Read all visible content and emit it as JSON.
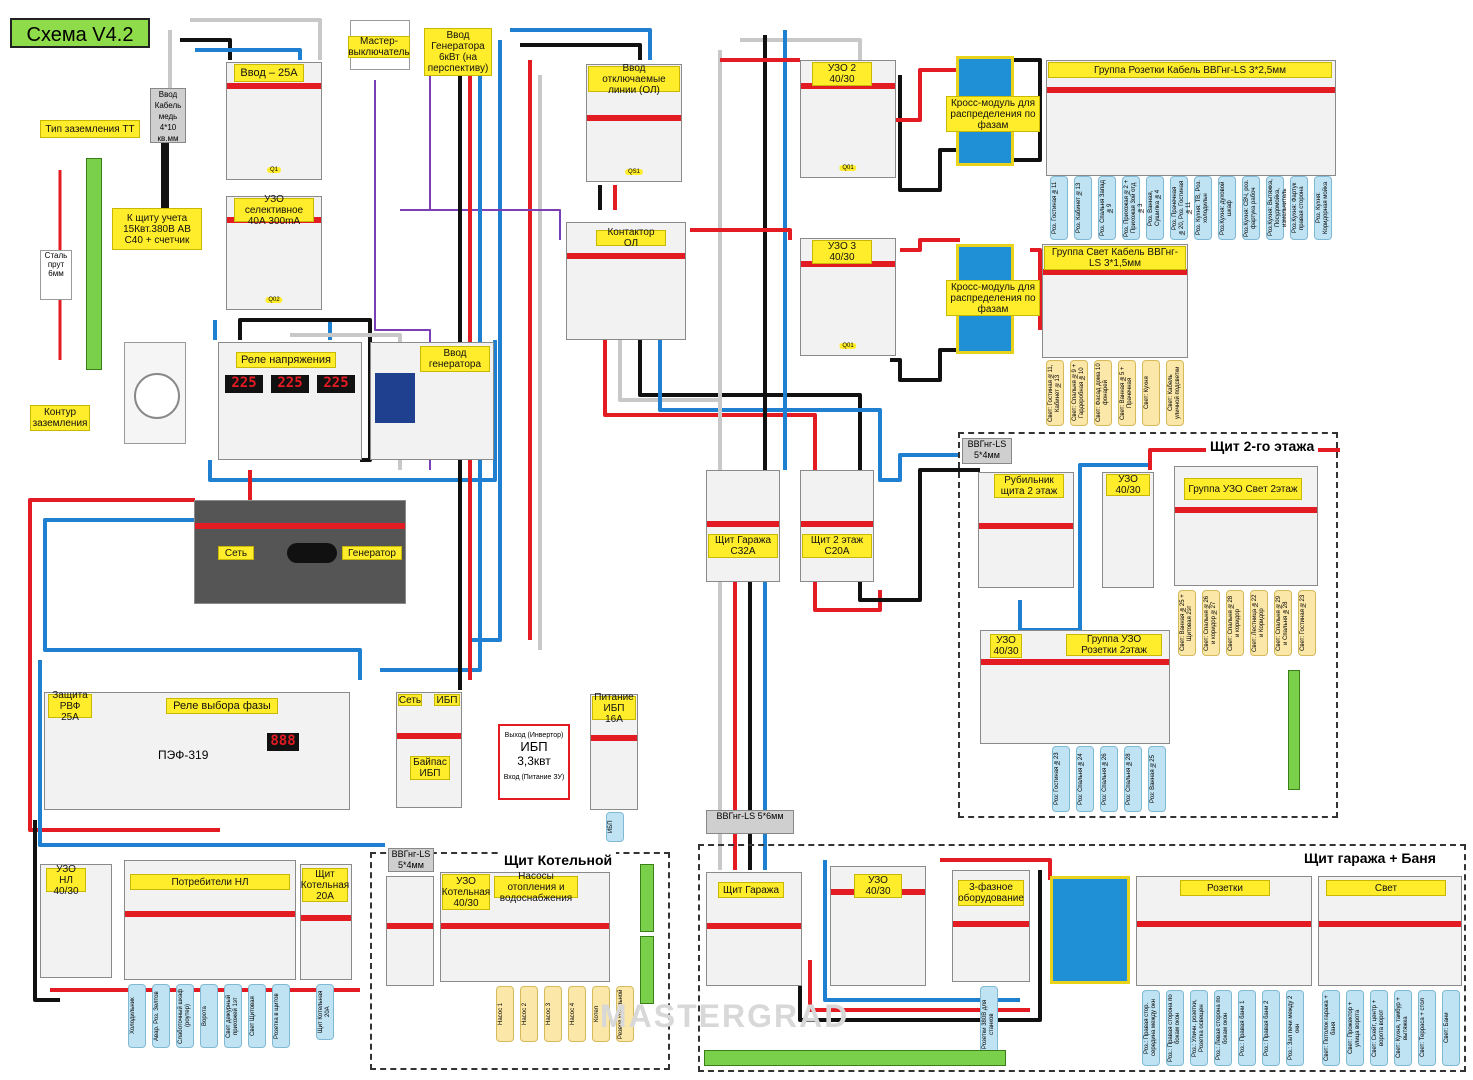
{
  "title": "Схема V4.2",
  "labels": {
    "vvod25": "Ввод – 25А",
    "vvod_cable": "Ввод Кабель медь 4*10 кв.мм",
    "grounding_type": "Тип заземления ТТ",
    "to_meter": "К щиту учета 15Квт.380В АВ С40 + счетчик",
    "steel": "Сталь прут 6мм",
    "ground_loop": "Контур заземления",
    "uzo_sel": "УЗО селективное 40А 300mA",
    "master_switch": "Мастер-выключатель",
    "gen_input": "Ввод Генератора 6кВт (на перспективу)",
    "ol_input": "Ввод отключаемые линии (ОЛ)",
    "contactor": "Контактор ОЛ",
    "relay_voltage": "Реле напряжения",
    "gen_input2": "Ввод генератора",
    "set": "Сеть",
    "generator": "Генератор",
    "uzo2": "УЗО 2 40/30",
    "uzo3": "УЗО 3 40/30",
    "cross1": "Кросс-модуль для распределения по фазам",
    "cross2": "Кросс-модуль для распределения по фазам",
    "sockets_group": "Группа Розетки Кабель ВВГнг-LS 3*2,5мм",
    "light_group": "Группа Свет Кабель ВВГнг-LS 3*1,5мм",
    "vvg54": "ВВГнг-LS 5*4мм",
    "floor2": "Щит 2-го этажа",
    "rubilnik": "Рубильник щита 2 этаж",
    "uzo4030": "УЗО 40/30",
    "uzo_light2": "Группа УЗО Свет 2этаж",
    "uzo_sock2": "Группа УЗО Розетки 2этаж",
    "garage_c32": "Щит Гаража С32А",
    "floor2_c20": "Щит 2 этаж С20А",
    "rvf": "Защита РВФ 25А",
    "phase_relay": "Реле выбора фазы",
    "pef": "ПЭФ-319",
    "set2": "Сеть",
    "ibp": "ИБП",
    "bypass": "Байпас ИБП",
    "ups_out": "Выход (Инвертор)",
    "ups_name": "ИБП",
    "ups_power": "3,3квт",
    "ups_in": "Вход (Питание ЗУ)",
    "ups_power16": "Питание ИБП 16А",
    "vvg56": "ВВГнг-LS 5*6мм",
    "uzo_nl": "УЗО НЛ 40/30",
    "consumers_nl": "Потребители НЛ",
    "boiler_shield": "Щит Котельная 20А",
    "vvg54b": "ВВГнг-LS 5*4мм",
    "boiler_room": "Щит Котельной",
    "boiler_uzo": "УЗО Котельная 40/30",
    "pumps": "Насосы отопления и водоснабжения",
    "garage_bath": "Щит гаража + Баня",
    "garage": "Щит Гаража",
    "uzo_garage": "УЗО 40/30",
    "three_phase": "3-фазное оборудование",
    "g_sockets": "Розетки",
    "g_light": "Свет",
    "watermark": "MASTERGRAD"
  },
  "sock_pills": [
    "Роз. Гостиная №11",
    "Роз. Кабинет №13",
    "Роз. Спальня Запад №9",
    "Роз. Прихожая №2 + Прихожая 3ой отд №3",
    "Роз. Ванная, Сушилка №4",
    "Роз. Прачечная №20, Роз. Гостиная №11",
    "Роз. Кухня: ТВ, Роз. холодильн",
    "Роз.Кухня: духовой шкаф",
    "Роз.Кухня: СВЧ, роз. фартука рабоч",
    "Роз.Кухня: Вытяжка, Посудомойка, измельчитель",
    "Роз.Кухня: Фартук правая сторона",
    "Роз. Кухня: Коридорная мойка"
  ],
  "light_pills": [
    "Свет: Гостиная №11, Кабинет №13",
    "Свет: Спальня №9 + Гардеробная №10",
    "Свет: Фасад дома 10 фонарей",
    "Свет: Ванная №5 + Прачечная",
    "Свет: Кухня",
    "Свет: Кабель уличной подсветки"
  ],
  "f2_light_pills": [
    "Свет: Ванная №25 + Щитовая 2эт",
    "Свет: Спальня №26 и коридор №27",
    "Свет: Спальня №28 и коридор",
    "Свет: Лестница №22 и Коридор",
    "Свет: Спальня №29 и Спальня №28",
    "Свет: Гостиная №23"
  ],
  "f2_sock_pills": [
    "Роз: Гостиная №23",
    "Роз: Спальня №24",
    "Роз: Спальня №26",
    "Роз: Спальня №28",
    "Роз: Ванная №25"
  ],
  "nl_pills": [
    "Холодильник",
    "Авар. Роз. Зелтов",
    "Слаботочный шкаф (роутер)",
    "Ворота",
    "Свет дежурный прихожей 1эт",
    "Свет Щитовая",
    "Розетка в щитов"
  ],
  "boiler_pills": [
    "Щит Котельная 20А"
  ],
  "pump_pills": [
    "Насос 1",
    "Насос 2",
    "Насос 3",
    "Насос 4",
    "Котел",
    "Резерв котельной"
  ],
  "ibp_pill": [
    "ИБП"
  ],
  "garage_pill": [
    "Розетки 380В для станков"
  ],
  "gsock_pills": [
    "Роз.: Правая стор. середина между окн",
    "Роз.: Правая сторона по бокам окон",
    "Роз.: Уличн. розетки, Розетка освещен",
    "Роз.: Левая сторона по бокам окон",
    "Роз.: Правая бани 1",
    "Роз.: Правая бани 2",
    "Роз.: Зал печи между 2 окн"
  ],
  "glight_pills": [
    "Свет: Потолок гаража + баня",
    "Свет: Прожектор + улица ворота",
    "Свет: Скейт, центр + ворота ворот",
    "Свет: Кухня, тамбур + вытяжка",
    "Свет: Терраса + стол",
    "Свет: Бани"
  ],
  "colors": {
    "red": "#e31b23",
    "blue": "#1f7fd0",
    "black": "#111111",
    "gray": "#c8c8c8",
    "purple": "#7a3fb5",
    "yellow": "#ffed2b"
  }
}
